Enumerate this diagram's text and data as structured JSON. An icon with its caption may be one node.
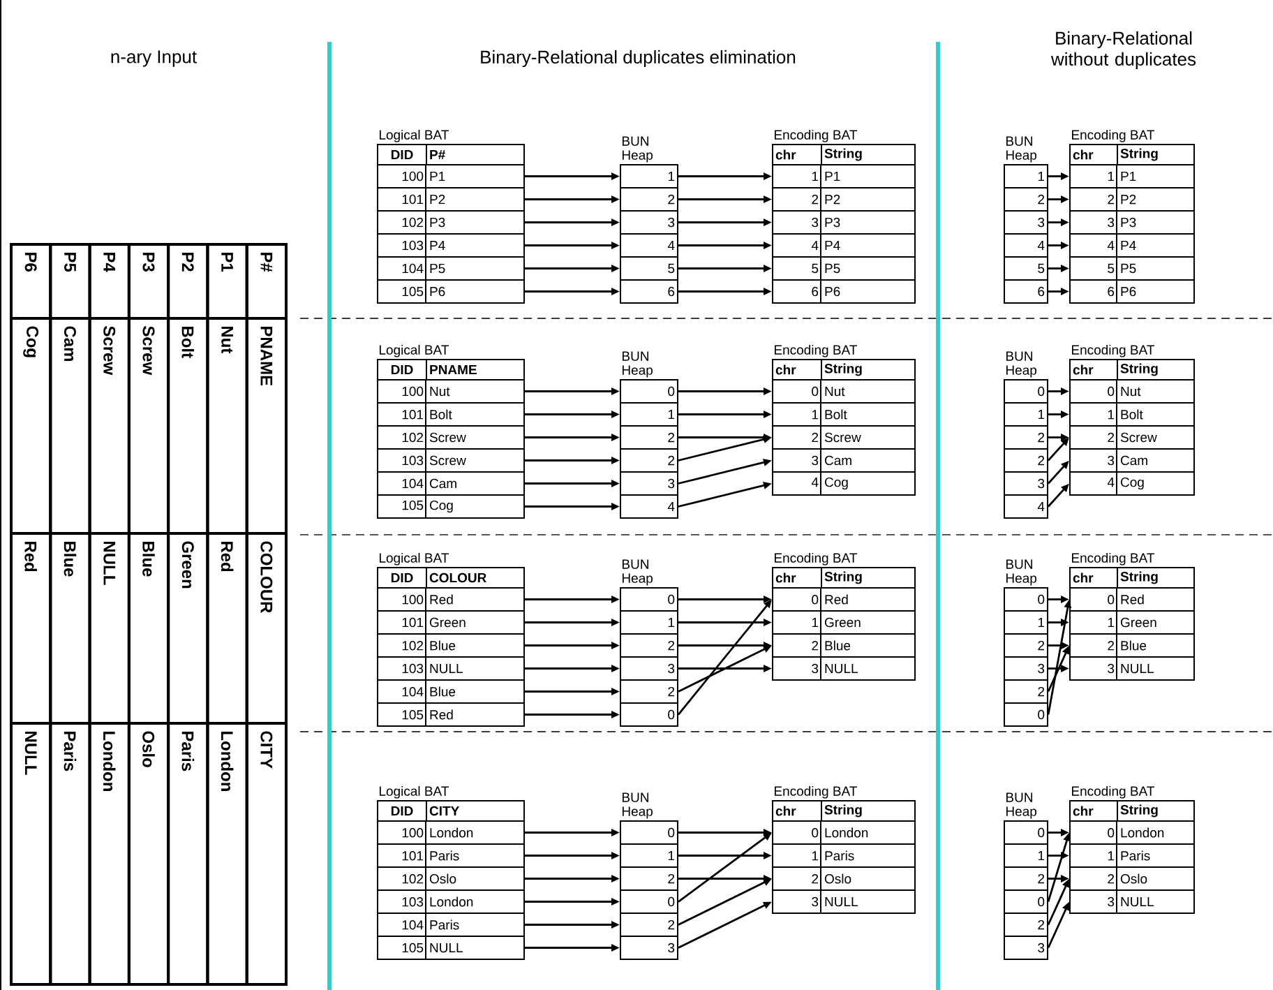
{
  "diagram": {
    "nodes": [
      {
        "text": [
          "100",
          "P1"
        ]
      },
      {
        "text": [
          "101",
          "P2"
        ]
      },
      {
        "text": [
          "102",
          "P3"
        ]
      },
      {
        "text": [
          "103",
          "P4"
        ]
      },
      {
        "text": [
          "104",
          "P5"
        ]
      },
      {
        "text": [
          "105",
          "P6"
        ]
      },
      {
        "text": [
          "1"
        ]
      },
      {
        "text": [
          "2"
        ]
      },
      {
        "text": [
          "3"
        ]
      },
      {
        "text": [
          "4"
        ]
      },
      {
        "text": [
          "5"
        ]
      },
      {
        "text": [
          "6"
        ]
      },
      {
        "text": [
          "1",
          "P1"
        ]
      },
      {
        "text": [
          "2",
          "P2"
        ]
      },
      {
        "text": [
          "3",
          "P3"
        ]
      },
      {
        "text": [
          "4",
          "P4"
        ]
      },
      {
        "text": [
          "5",
          "P5"
        ]
      },
      {
        "text": [
          "6",
          "P6"
        ]
      },
      {
        "text": [
          "1"
        ]
      },
      {
        "text": [
          "2"
        ]
      },
      {
        "text": [
          "3"
        ]
      },
      {
        "text": [
          "4"
        ]
      },
      {
        "text": [
          "5"
        ]
      },
      {
        "text": [
          "6"
        ]
      },
      {
        "text": [
          "1",
          "P1"
        ]
      },
      {
        "text": [
          "2",
          "P2"
        ]
      },
      {
        "text": [
          "3",
          "P3"
        ]
      },
      {
        "text": [
          "4",
          "P4"
        ]
      },
      {
        "text": [
          "5",
          "P5"
        ]
      },
      {
        "text": [
          "6",
          "P6"
        ]
      },
      {
        "text": [
          "100",
          "Nut"
        ]
      },
      {
        "text": [
          "101",
          "Bolt"
        ]
      },
      {
        "text": [
          "102",
          "Screw"
        ]
      },
      {
        "text": [
          "103",
          "Screw"
        ]
      },
      {
        "text": [
          "104",
          "Cam"
        ]
      },
      {
        "text": [
          "105",
          "Cog"
        ]
      },
      {
        "text": [
          "0"
        ]
      },
      {
        "text": [
          "1"
        ]
      },
      {
        "text": [
          "2"
        ]
      },
      {
        "text": [
          "2"
        ]
      },
      {
        "text": [
          "3"
        ]
      },
      {
        "text": [
          "4"
        ]
      },
      {
        "text": [
          "0",
          "Nut"
        ]
      },
      {
        "text": [
          "1",
          "Bolt"
        ]
      },
      {
        "text": [
          "2",
          "Screw"
        ]
      },
      {
        "text": [
          "3",
          "Cam"
        ]
      },
      {
        "text": [
          "4",
          "Cog"
        ]
      },
      {
        "text": [
          "0"
        ]
      },
      {
        "text": [
          "1"
        ]
      },
      {
        "text": [
          "2"
        ]
      },
      {
        "text": [
          "2"
        ]
      },
      {
        "text": [
          "3"
        ]
      },
      {
        "text": [
          "4"
        ]
      },
      {
        "text": [
          "0",
          "Nut"
        ]
      },
      {
        "text": [
          "1",
          "Bolt"
        ]
      },
      {
        "text": [
          "2",
          "Screw"
        ]
      },
      {
        "text": [
          "3",
          "Cam"
        ]
      },
      {
        "text": [
          "4",
          "Cog"
        ]
      },
      {
        "text": [
          "100",
          "Red"
        ]
      },
      {
        "text": [
          "101",
          "Green"
        ]
      },
      {
        "text": [
          "102",
          "Blue"
        ]
      },
      {
        "text": [
          "103",
          "NULL"
        ]
      },
      {
        "text": [
          "104",
          "Blue"
        ]
      },
      {
        "text": [
          "105",
          "Red"
        ]
      },
      {
        "text": [
          "0"
        ]
      },
      {
        "text": [
          "1"
        ]
      },
      {
        "text": [
          "2"
        ]
      },
      {
        "text": [
          "3"
        ]
      },
      {
        "text": [
          "2"
        ]
      },
      {
        "text": [
          "0"
        ]
      },
      {
        "text": [
          "0",
          "Red"
        ]
      },
      {
        "text": [
          "1",
          "Green"
        ]
      },
      {
        "text": [
          "2",
          "Blue"
        ]
      },
      {
        "text": [
          "3",
          "NULL"
        ]
      },
      {
        "text": [
          "0"
        ]
      },
      {
        "text": [
          "1"
        ]
      },
      {
        "text": [
          "2"
        ]
      },
      {
        "text": [
          "3"
        ]
      },
      {
        "text": [
          "2"
        ]
      },
      {
        "text": [
          "0"
        ]
      },
      {
        "text": [
          "0",
          "Red"
        ]
      },
      {
        "text": [
          "1",
          "Green"
        ]
      },
      {
        "text": [
          "2",
          "Blue"
        ]
      },
      {
        "text": [
          "3",
          "NULL"
        ]
      },
      {
        "text": [
          "100",
          "London"
        ]
      },
      {
        "text": [
          "101",
          "Paris"
        ]
      },
      {
        "text": [
          "102",
          "Oslo"
        ]
      },
      {
        "text": [
          "103",
          "London"
        ]
      },
      {
        "text": [
          "104",
          "Paris"
        ]
      },
      {
        "text": [
          "105",
          "NULL"
        ]
      },
      {
        "text": [
          "0"
        ]
      },
      {
        "text": [
          "1"
        ]
      },
      {
        "text": [
          "2"
        ]
      },
      {
        "text": [
          "0"
        ]
      },
      {
        "text": [
          "2"
        ]
      },
      {
        "text": [
          "3"
        ]
      },
      {
        "text": [
          "0",
          "London"
        ]
      },
      {
        "text": [
          "1",
          "Paris"
        ]
      },
      {
        "text": [
          "2",
          "Oslo"
        ]
      },
      {
        "text": [
          "3",
          "NULL"
        ]
      },
      {
        "text": [
          "0"
        ]
      },
      {
        "text": [
          "1"
        ]
      },
      {
        "text": [
          "2"
        ]
      },
      {
        "text": [
          "0"
        ]
      },
      {
        "text": [
          "2"
        ]
      },
      {
        "text": [
          "3"
        ]
      },
      {
        "text": [
          "0",
          "London"
        ]
      },
      {
        "text": [
          "1",
          "Paris"
        ]
      },
      {
        "text": [
          "2",
          "Oslo"
        ]
      },
      {
        "text": [
          "3",
          "NULL"
        ]
      }
    ],
    "edges": [
      {
        "from": 0,
        "to": 6,
        "arrow": "to"
      },
      {
        "from": 1,
        "to": 7,
        "arrow": "to"
      },
      {
        "from": 2,
        "to": 8,
        "arrow": "to"
      },
      {
        "from": 3,
        "to": 9,
        "arrow": "to"
      },
      {
        "from": 4,
        "to": 10,
        "arrow": "to"
      },
      {
        "from": 5,
        "to": 11,
        "arrow": "to"
      },
      {
        "from": 6,
        "to": 12,
        "arrow": "to"
      },
      {
        "from": 7,
        "to": 13,
        "arrow": "to"
      },
      {
        "from": 8,
        "to": 14,
        "arrow": "to"
      },
      {
        "from": 9,
        "to": 15,
        "arrow": "to"
      },
      {
        "from": 10,
        "to": 16,
        "arrow": "to"
      },
      {
        "from": 11,
        "to": 17,
        "arrow": "to"
      },
      {
        "from": 18,
        "to": 24,
        "arrow": "to"
      },
      {
        "from": 19,
        "to": 25,
        "arrow": "to"
      },
      {
        "from": 20,
        "to": 26,
        "arrow": "to"
      },
      {
        "from": 21,
        "to": 27,
        "arrow": "to"
      },
      {
        "from": 22,
        "to": 28,
        "arrow": "to"
      },
      {
        "from": 23,
        "to": 29,
        "arrow": "to"
      },
      {
        "from": 30,
        "to": 36,
        "arrow": "to"
      },
      {
        "from": 31,
        "to": 37,
        "arrow": "to"
      },
      {
        "from": 32,
        "to": 38,
        "arrow": "to"
      },
      {
        "from": 33,
        "to": 39,
        "arrow": "to"
      },
      {
        "from": 34,
        "to": 40,
        "arrow": "to"
      },
      {
        "from": 35,
        "to": 41,
        "arrow": "to"
      },
      {
        "from": 36,
        "to": 42,
        "arrow": "to"
      },
      {
        "from": 37,
        "to": 43,
        "arrow": "to"
      },
      {
        "from": 38,
        "to": 44,
        "arrow": "to"
      },
      {
        "from": 39,
        "to": 44,
        "arrow": "to"
      },
      {
        "from": 40,
        "to": 45,
        "arrow": "to"
      },
      {
        "from": 41,
        "to": 46,
        "arrow": "to"
      },
      {
        "from": 47,
        "to": 53,
        "arrow": "to"
      },
      {
        "from": 48,
        "to": 54,
        "arrow": "to"
      },
      {
        "from": 49,
        "to": 55,
        "arrow": "to"
      },
      {
        "from": 50,
        "to": 55,
        "arrow": "to"
      },
      {
        "from": 51,
        "to": 56,
        "arrow": "to"
      },
      {
        "from": 52,
        "to": 57,
        "arrow": "to"
      },
      {
        "from": 58,
        "to": 64,
        "arrow": "to"
      },
      {
        "from": 59,
        "to": 65,
        "arrow": "to"
      },
      {
        "from": 60,
        "to": 66,
        "arrow": "to"
      },
      {
        "from": 61,
        "to": 67,
        "arrow": "to"
      },
      {
        "from": 62,
        "to": 68,
        "arrow": "to"
      },
      {
        "from": 63,
        "to": 69,
        "arrow": "to"
      },
      {
        "from": 64,
        "to": 70,
        "arrow": "to"
      },
      {
        "from": 65,
        "to": 71,
        "arrow": "to"
      },
      {
        "from": 66,
        "to": 72,
        "arrow": "to"
      },
      {
        "from": 67,
        "to": 73,
        "arrow": "to"
      },
      {
        "from": 68,
        "to": 72,
        "arrow": "to"
      },
      {
        "from": 69,
        "to": 70,
        "arrow": "to"
      },
      {
        "from": 74,
        "to": 80,
        "arrow": "to"
      },
      {
        "from": 75,
        "to": 81,
        "arrow": "to"
      },
      {
        "from": 76,
        "to": 82,
        "arrow": "to"
      },
      {
        "from": 77,
        "to": 83,
        "arrow": "to"
      },
      {
        "from": 78,
        "to": 82,
        "arrow": "to"
      },
      {
        "from": 79,
        "to": 80,
        "arrow": "to"
      },
      {
        "from": 84,
        "to": 90,
        "arrow": "to"
      },
      {
        "from": 85,
        "to": 91,
        "arrow": "to"
      },
      {
        "from": 86,
        "to": 92,
        "arrow": "to"
      },
      {
        "from": 87,
        "to": 93,
        "arrow": "to"
      },
      {
        "from": 88,
        "to": 94,
        "arrow": "to"
      },
      {
        "from": 89,
        "to": 95,
        "arrow": "to"
      },
      {
        "from": 90,
        "to": 96,
        "arrow": "to"
      },
      {
        "from": 91,
        "to": 97,
        "arrow": "to"
      },
      {
        "from": 92,
        "to": 98,
        "arrow": "to"
      },
      {
        "from": 93,
        "to": 96,
        "arrow": "to"
      },
      {
        "from": 94,
        "to": 98,
        "arrow": "to"
      },
      {
        "from": 95,
        "to": 99,
        "arrow": "to"
      },
      {
        "from": 100,
        "to": 106,
        "arrow": "to"
      },
      {
        "from": 101,
        "to": 107,
        "arrow": "to"
      },
      {
        "from": 102,
        "to": 108,
        "arrow": "to"
      },
      {
        "from": 103,
        "to": 106,
        "arrow": "to"
      },
      {
        "from": 104,
        "to": 108,
        "arrow": "to"
      },
      {
        "from": 105,
        "to": 109,
        "arrow": "to"
      }
    ],
    "labels": [
      "n-ary Input",
      "Binary-Relational duplicates elimination",
      "Binary-Relational without duplicates",
      "P#",
      "P1",
      "P2",
      "P3",
      "P4",
      "P5",
      "P6",
      "PNAME",
      "Nut",
      "Bolt",
      "Screw",
      "Screw",
      "Cam",
      "Cog",
      "COLOUR",
      "Red",
      "Green",
      "Blue",
      "NULL",
      "Blue",
      "Red",
      "CITY",
      "London",
      "Paris",
      "Oslo",
      "London",
      "Paris",
      "NULL",
      "Logical BAT",
      "DID",
      "P#",
      "BUN Heap",
      "Encoding BAT",
      "chr",
      "String",
      "BUN Heap",
      "Encoding BAT",
      "chr",
      "String",
      "Logical BAT",
      "DID",
      "PNAME",
      "BUN Heap",
      "Encoding BAT",
      "chr",
      "String",
      "BUN Heap",
      "Encoding BAT",
      "chr",
      "String",
      "Logical BAT",
      "DID",
      "COLOUR",
      "BUN Heap",
      "Encoding BAT",
      "chr",
      "String",
      "BUN Heap",
      "Encoding BAT",
      "chr",
      "String",
      "Logical BAT",
      "DID",
      "CITY",
      "BUN Heap",
      "Encoding BAT",
      "chr",
      "String",
      "BUN Heap",
      "Encoding BAT",
      "chr",
      "String"
    ]
  }
}
